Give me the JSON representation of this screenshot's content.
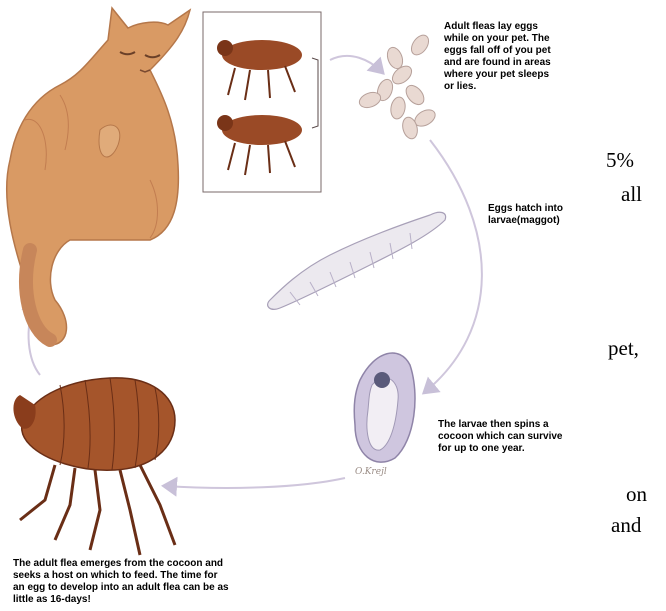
{
  "stages": {
    "eggs_caption": "Adult fleas lay eggs\nwhile on your pet.  The\neggs fall off of you pet\nand are found in areas\nwhere your pet sleeps\nor lies.",
    "larva_caption": "Eggs hatch into\nlarvae(maggot)",
    "cocoon_caption": "The larvae then spins a\ncocoon which can survive\nfor up to one year.",
    "adult_caption": "The adult flea emerges from the cocoon and\nseeks a host on which to feed.  The time for\nan egg to develop into an adult flea can be as\nlittle as 16-days!"
  },
  "side_text": [
    "5%",
    "all",
    "pet,",
    "on",
    "and"
  ],
  "signature": "O.Krejl",
  "colors": {
    "cat_fur": "#d99a64",
    "flea_body": "#9a4a26",
    "egg": "#e9d9d2",
    "larva": "#ece9ef",
    "cocoon": "#cfc6df",
    "arrow": "#cfc6dc"
  }
}
